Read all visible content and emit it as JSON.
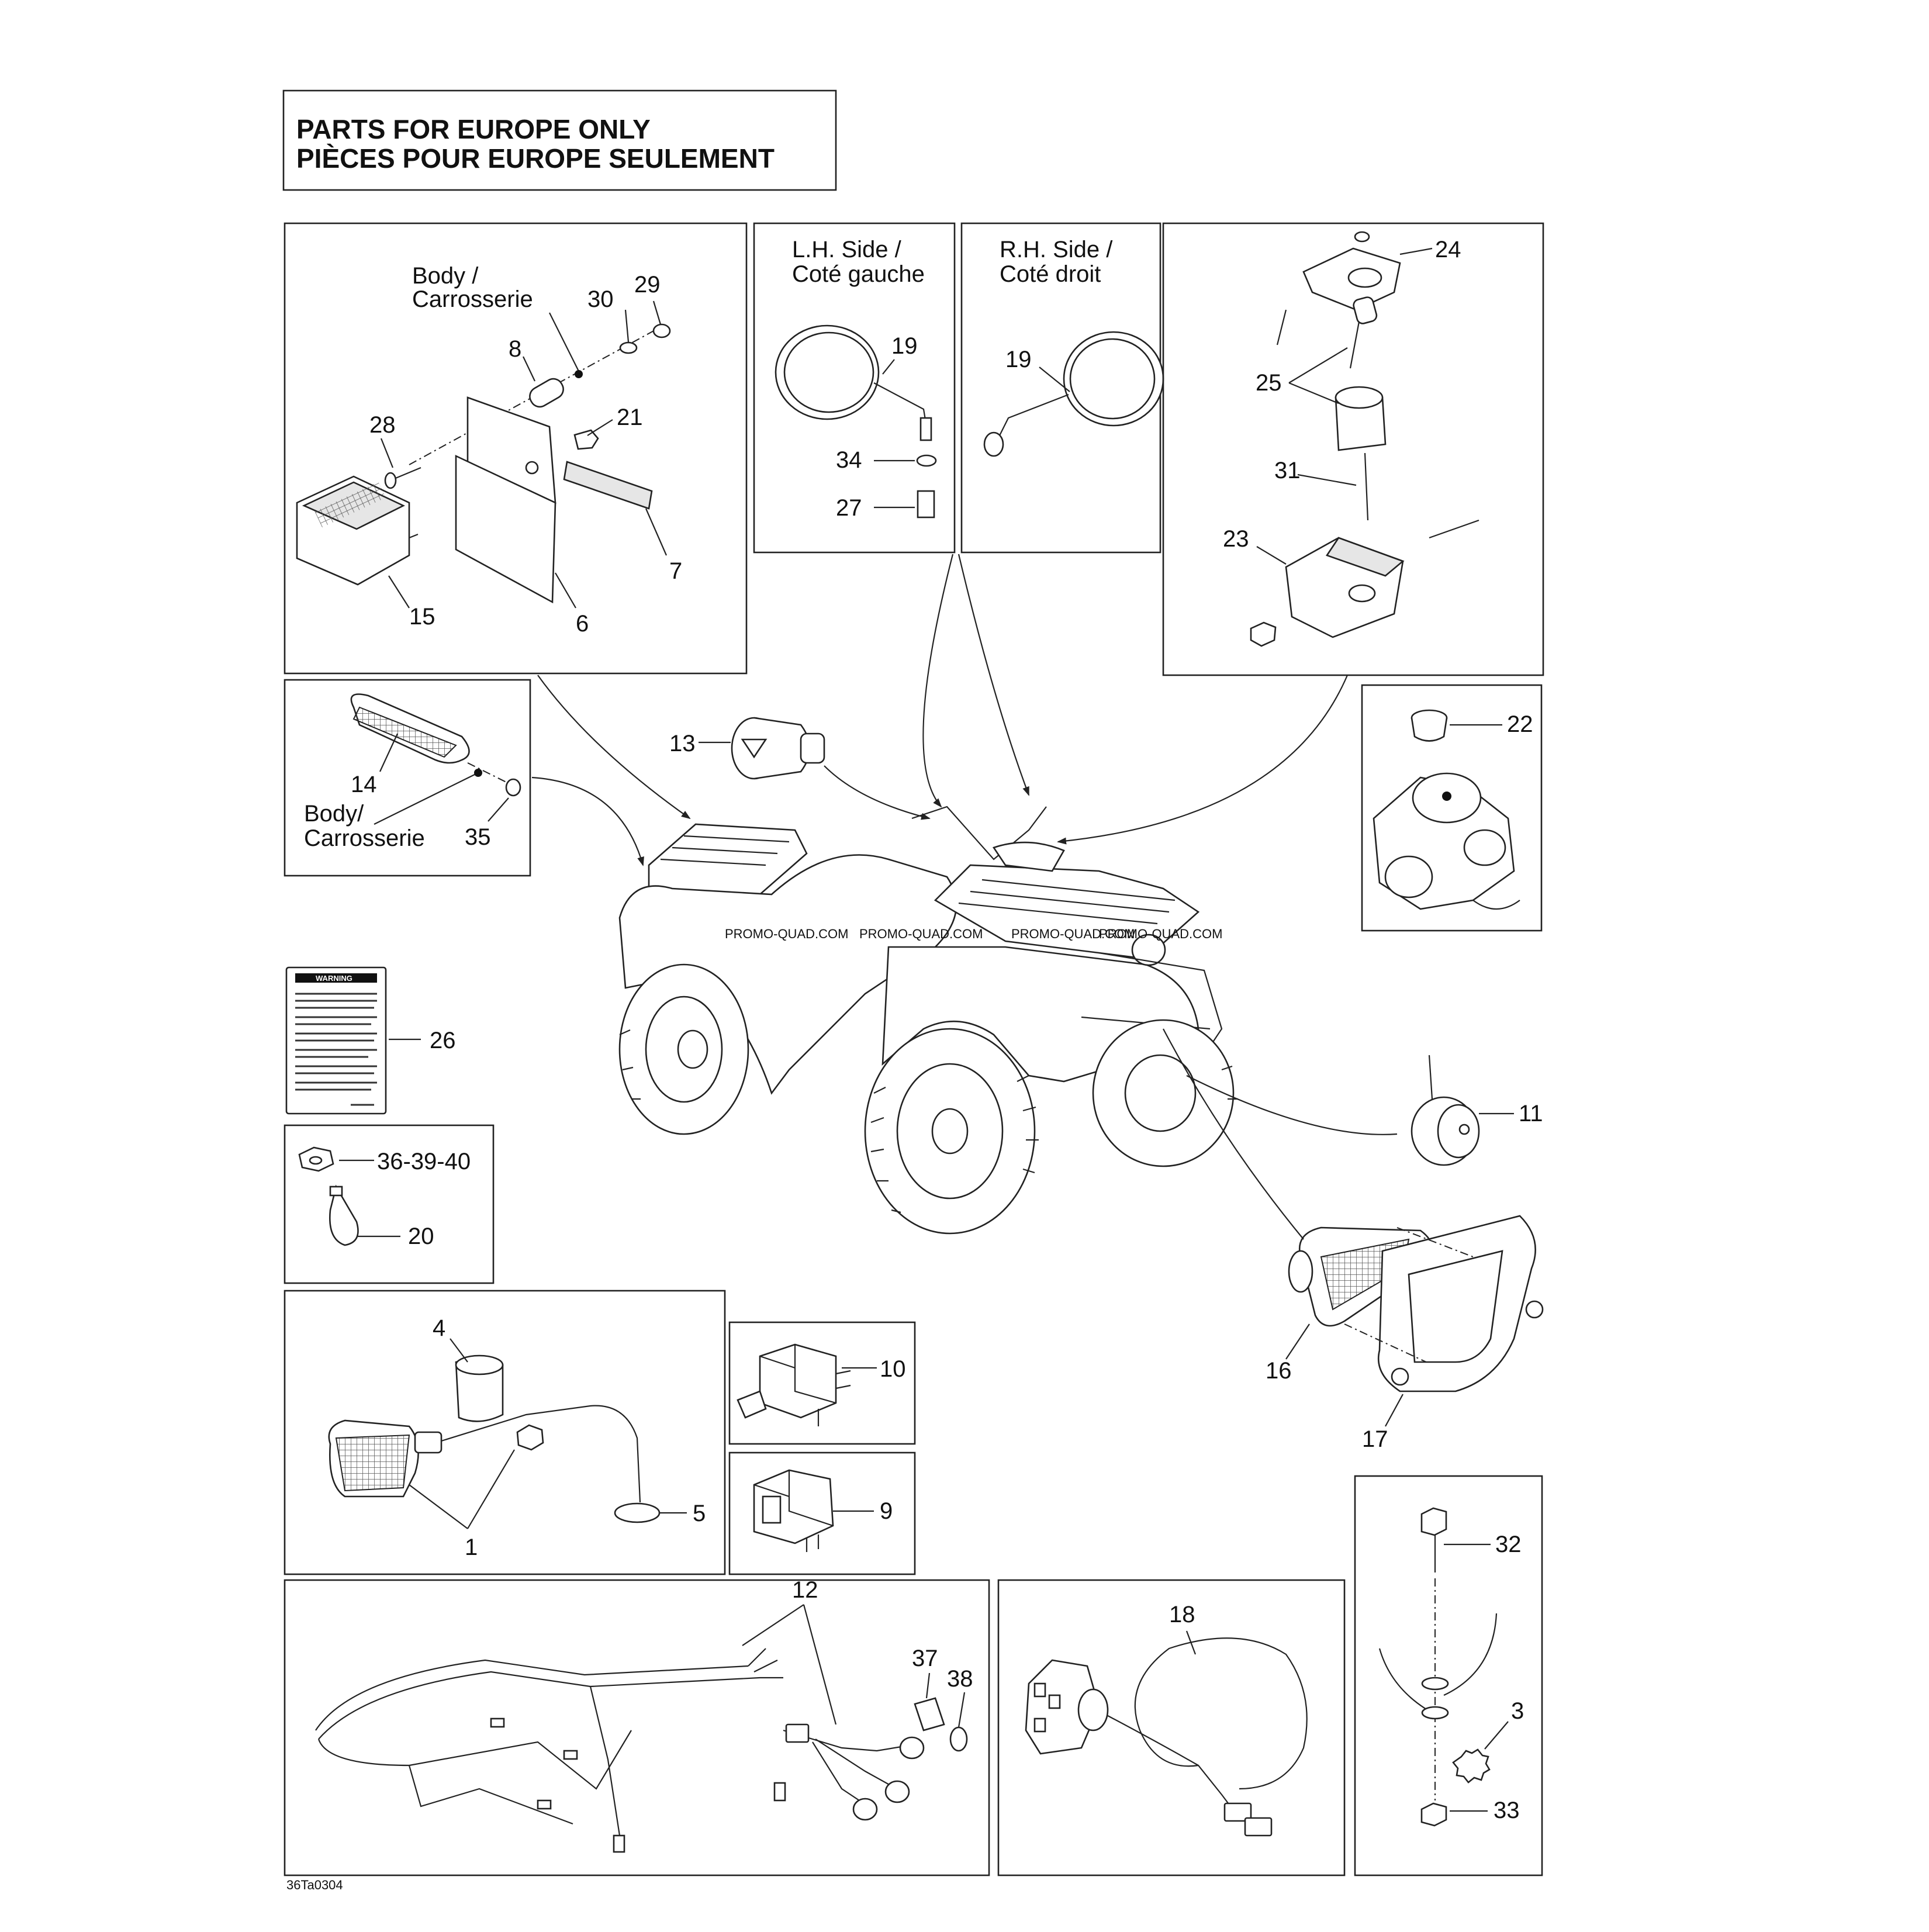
{
  "title": {
    "line1": "PARTS FOR EUROPE ONLY",
    "line2": "PIÈCES POUR EUROPE SEULEMENT"
  },
  "panels": {
    "lh_side": {
      "line1": "L.H. Side /",
      "line2": "Coté gauche"
    },
    "rh_side": {
      "line1": "R.H. Side /",
      "line2": "Coté droit"
    },
    "body_a": {
      "line1": "Body /",
      "line2": "Carrosserie"
    },
    "body_b": {
      "line1": "Body/",
      "line2": "Carrosserie"
    }
  },
  "callouts": {
    "c1": "1",
    "c3": "3",
    "c4": "4",
    "c5": "5",
    "c6": "6",
    "c7": "7",
    "c8": "8",
    "c9": "9",
    "c10": "10",
    "c11": "11",
    "c12": "12",
    "c13": "13",
    "c14": "14",
    "c15": "15",
    "c16": "16",
    "c17": "17",
    "c18": "18",
    "c19a": "19",
    "c19b": "19",
    "c20": "20",
    "c21": "21",
    "c22": "22",
    "c23": "23",
    "c24": "24",
    "c25": "25",
    "c26": "26",
    "c27": "27",
    "c28": "28",
    "c29": "29",
    "c30": "30",
    "c31": "31",
    "c32": "32",
    "c33": "33",
    "c34": "34",
    "c35": "35",
    "c36": "36-39-40",
    "c37": "37",
    "c38": "38"
  },
  "warning_label": {
    "heading": "WARNING"
  },
  "watermarks": [
    "PROMO-QUAD.COM",
    "PROMO-QUAD.COM",
    "PROMO-QUAD.COM",
    "PROMO-QUAD.COM"
  ],
  "figure_code": "36Ta0304"
}
